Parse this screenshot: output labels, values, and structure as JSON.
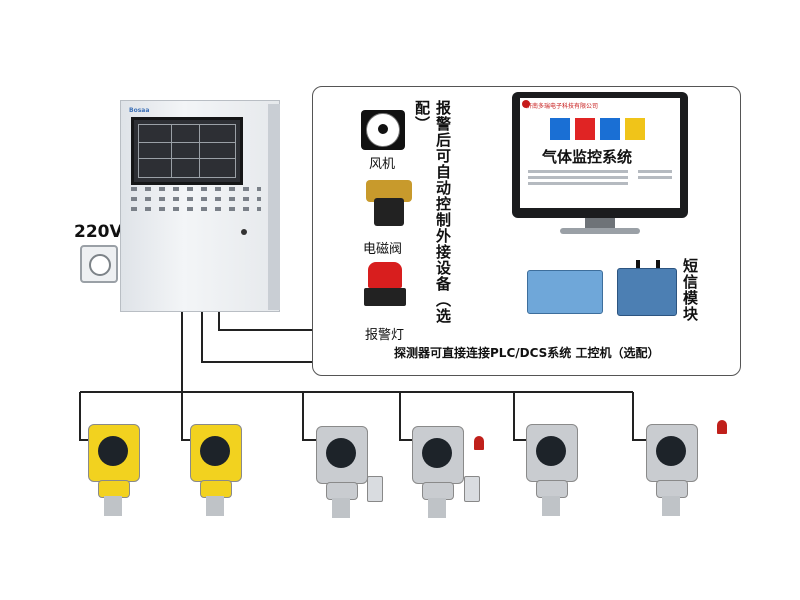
{
  "power": {
    "voltage_label": "220V"
  },
  "controller": {
    "brand_label": "Bosaa"
  },
  "outputs": {
    "fan_label": "风机",
    "valve_label": "电磁阀",
    "beacon_label": "报警灯",
    "vertical_note": "报警后可自动控制外接设备（选配）"
  },
  "monitor": {
    "company": "济南多瑞电子科技有限公司",
    "title": "气体监控系统",
    "tile_colors": [
      "#1a6fd4",
      "#e02424",
      "#1a6fd4",
      "#f0c419"
    ]
  },
  "sms": {
    "label": "短信模块"
  },
  "link_note": "探测器可直接连接PLC/DCS系统 工控机（选配）",
  "detectors": [
    {
      "color": "#f2d21f"
    },
    {
      "color": "#f2d21f"
    },
    {
      "color": "#c9ccd0"
    },
    {
      "color": "#c9ccd0"
    },
    {
      "color": "#c9ccd0"
    },
    {
      "color": "#c9ccd0"
    }
  ]
}
